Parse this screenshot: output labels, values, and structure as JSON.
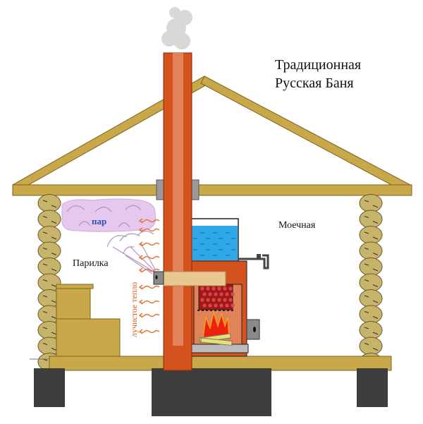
{
  "title": {
    "line1": "Традиционная",
    "line2": "Русская Баня"
  },
  "labels": {
    "steam": "пар",
    "steam_room": "Парилка",
    "washing_room": "Моечная",
    "radiant_heat": "лучистое тепло"
  },
  "colors": {
    "wood": "#c9a84a",
    "brick": "#d4521e",
    "brick_light": "#e0825a",
    "foundation": "#3d3d3d",
    "water": "#2ea8e6",
    "steam": "#e6c8ee",
    "heat_arrow": "#e07840",
    "steam_text": "#2a4fb0",
    "heat_text": "#d85a20"
  }
}
